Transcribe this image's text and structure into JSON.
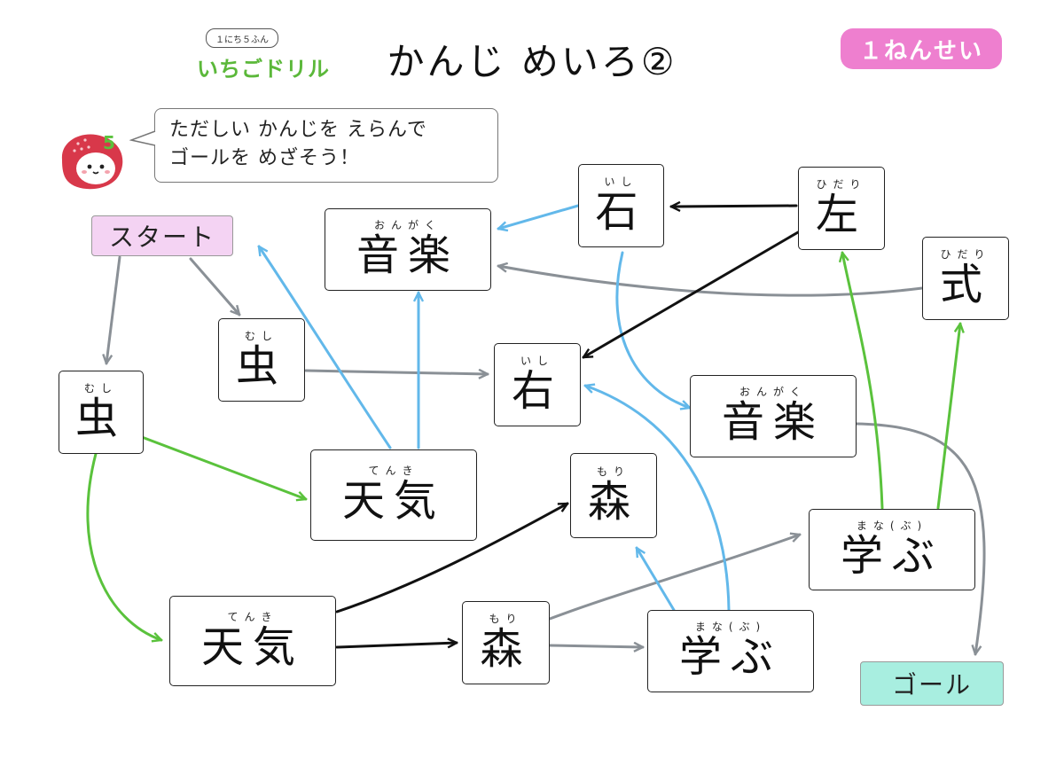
{
  "title": "かんじ めいろ②",
  "grade": "１ねんせい",
  "logo": {
    "tagline": "１にち５ふん",
    "name": "いちごドリル"
  },
  "mascot_number": "5",
  "instruction": {
    "line1": "ただしい かんじを えらんで",
    "line2": "ゴールを めざそう！"
  },
  "start_label": "スタート",
  "goal_label": "ゴール",
  "boxes": {
    "ishi_top": {
      "ruby": "いし",
      "kanji": "石"
    },
    "hidari_top": {
      "ruby": "ひだり",
      "kanji": "左"
    },
    "ongaku_top": {
      "ruby": "おんがく",
      "kanji": "音楽"
    },
    "shiki": {
      "ruby": "ひだり",
      "kanji": "式"
    },
    "mushi_a": {
      "ruby": "むし",
      "kanji": "虫"
    },
    "migi": {
      "ruby": "いし",
      "kanji": "右"
    },
    "mushi_b": {
      "ruby": "むし",
      "kanji": "虫"
    },
    "ongaku_mid": {
      "ruby": "おんがく",
      "kanji": "音楽"
    },
    "tenki_mid": {
      "ruby": "てんき",
      "kanji": "天気"
    },
    "mori_mid": {
      "ruby": "もり",
      "kanji": "森"
    },
    "manabu_right": {
      "ruby": "まな(ぶ)",
      "kanji": "学ぶ"
    },
    "tenki_bot": {
      "ruby": "てんき",
      "kanji": "天気"
    },
    "mori_bot": {
      "ruby": "もり",
      "kanji": "森"
    },
    "manabu_bot": {
      "ruby": "まな(ぶ)",
      "kanji": "学ぶ"
    }
  },
  "colors": {
    "gray": "#8a9096",
    "blue": "#62b8ea",
    "black": "#111111",
    "green": "#5ac23c",
    "pink": "#ee7fcf",
    "goal": "#a8eee0",
    "start": "#f4d3f3"
  }
}
